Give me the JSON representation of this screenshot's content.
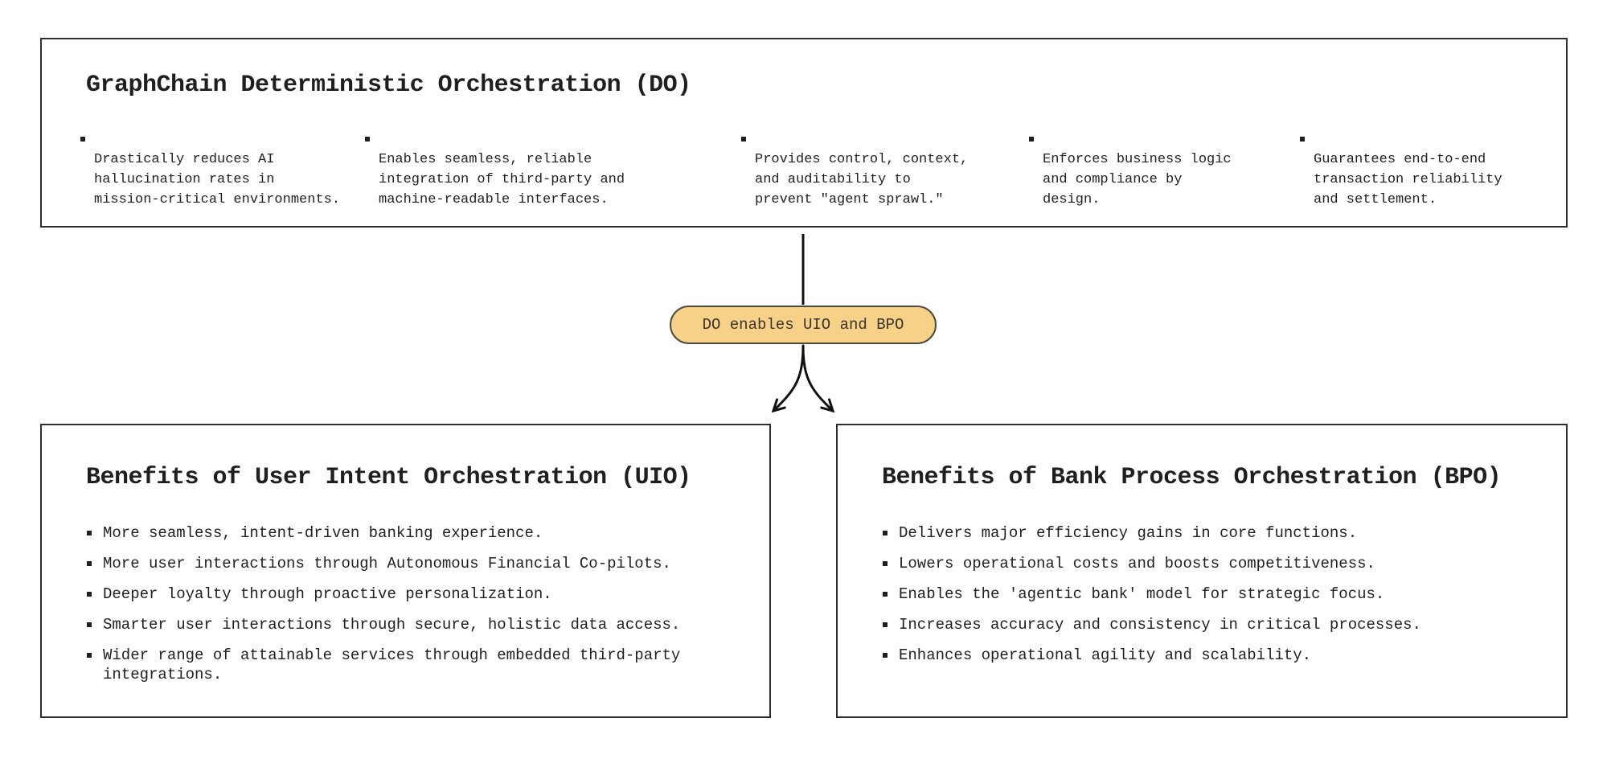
{
  "diagram": {
    "top_box": {
      "title": "GraphChain Deterministic Orchestration (DO)",
      "bullets": [
        "Drastically reduces AI\nhallucination rates in\nmission-critical environments.",
        "Enables seamless, reliable\nintegration of third-party and\nmachine-readable interfaces.",
        "Provides control, context,\nand auditability to\nprevent \"agent sprawl.\"",
        "Enforces business logic\nand compliance by\ndesign.",
        "Guarantees end-to-end\ntransaction reliability\nand settlement."
      ]
    },
    "connector": {
      "pill_label": "DO enables UIO and BPO"
    },
    "uio_box": {
      "title": "Benefits of User Intent Orchestration (UIO)",
      "bullets": [
        "More seamless, intent-driven banking experience.",
        "More user interactions through Autonomous Financial Co-pilots.",
        "Deeper loyalty through proactive personalization.",
        "Smarter user interactions through secure, holistic data access.",
        "Wider range of attainable services through embedded third-party\nintegrations."
      ]
    },
    "bpo_box": {
      "title": "Benefits of Bank Process Orchestration (BPO)",
      "bullets": [
        "Delivers major efficiency gains in core functions.",
        "Lowers operational costs and boosts competitiveness.",
        "Enables the 'agentic bank' model for strategic focus.",
        "Increases accuracy and consistency in critical processes.",
        "Enhances operational agility and scalability."
      ]
    },
    "colors": {
      "box_border": "#2e2e2e",
      "text": "#1f1f1f",
      "arrow_line": "#111111",
      "pill_fill": "#f8d189",
      "pill_border": "#4e4a42",
      "pill_text": "#3a3528"
    }
  }
}
